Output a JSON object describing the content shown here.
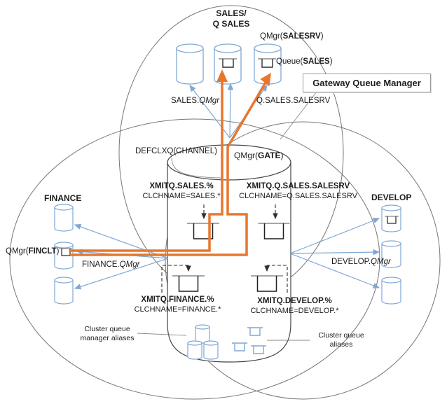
{
  "clusters": {
    "sales": {
      "name_line1": "SALES/",
      "name_line2": "Q SALES"
    },
    "finance": {
      "name": "FINANCE"
    },
    "develop": {
      "name": "DEVELOP"
    }
  },
  "queue_managers": {
    "salesrv": {
      "pre": "QMgr(",
      "name": "SALESRV",
      "post": ")"
    },
    "gate": {
      "pre": "QMgr(",
      "name": "GATE",
      "post": ")"
    },
    "finclt": {
      "pre": "QMgr(",
      "name": "FINCLT",
      "post": ")"
    }
  },
  "queues": {
    "sales_queue": {
      "pre": "Queue(",
      "name": "SALES",
      "post": ")"
    }
  },
  "callout": {
    "gateway": "Gateway Queue Manager"
  },
  "settings": {
    "defclxq": "DEFCLXQ(CHANNEL)"
  },
  "channels": {
    "sales": {
      "pre": "SALES.",
      "qmgr": "QMgr"
    },
    "q_sales": "Q.SALES.SALESRV",
    "finance": {
      "pre": "FINANCE.",
      "qmgr": "QMgr"
    },
    "develop": {
      "pre": "DEVELOP.",
      "qmgr": "QMgr"
    }
  },
  "transmission_queues": {
    "sales": {
      "name": "XMITQ.SALES.%",
      "clchname": "CLCHNAME=SALES.*"
    },
    "q_sales": {
      "name": "XMITQ.Q.SALES.SALESRV",
      "clchname": "CLCHNAME=Q.SALES.SALESRV"
    },
    "finance": {
      "name": "XMITQ.FINANCE.%",
      "clchname": "CLCHNAME=FINANCE.*"
    },
    "develop": {
      "name": "XMITQ.DEVELOP.%",
      "clchname": "CLCHNAME=DEVELOP.*"
    }
  },
  "annotations": {
    "cluster_qmgr_aliases_line1": "Cluster queue",
    "cluster_qmgr_aliases_line2": "manager aliases",
    "cluster_queue_aliases_line1": "Cluster queue",
    "cluster_queue_aliases_line2": "aliases"
  },
  "colors": {
    "orange": "#E8772E",
    "blue": "#7FA7D6",
    "outline_gray": "#767676",
    "dark": "#2F2F2F"
  }
}
